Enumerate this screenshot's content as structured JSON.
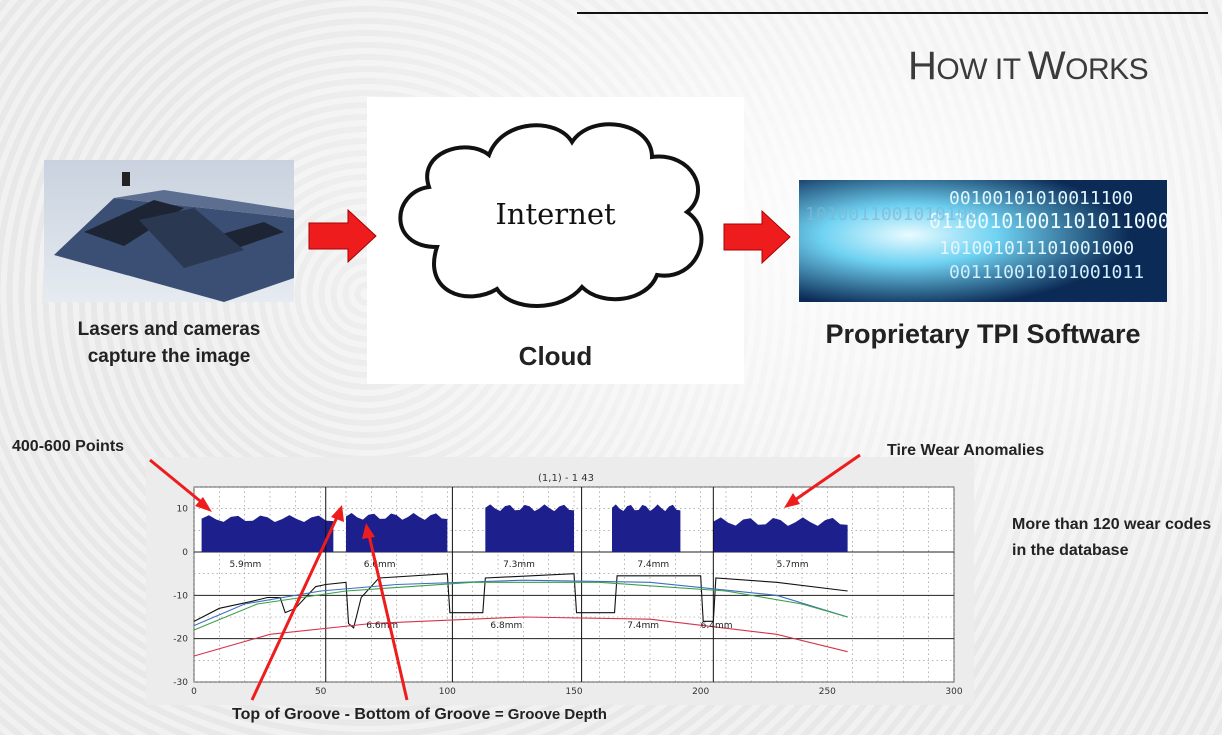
{
  "slide": {
    "title_first": "H",
    "title_rest_small": "OW IT ",
    "title_w": "W",
    "title_tail_small": "ORKS"
  },
  "steps": {
    "capture_caption": "Lasers and cameras capture the image",
    "cloud_word": "Internet",
    "cloud_caption": "Cloud",
    "software_caption": "Proprietary TPI Software"
  },
  "annotations": {
    "points": "400-600 Points",
    "anomalies": "Tire Wear Anomalies",
    "codes": "More than 120 wear codes in the database",
    "groove": "Top of Groove - Bottom of Groove",
    "groove_eq": "= Groove Depth"
  },
  "binary_text": [
    "00100101010011100",
    "01100101001101011000",
    "101001011101001000",
    "001110010101001011",
    "1010011001010100"
  ],
  "colors": {
    "arrow_red": "#ee1c1c",
    "profile_fill": "#1c1f8c",
    "profile_red": "#d6334a",
    "profile_green": "#3aa04a",
    "profile_blue": "#3f6fc0"
  },
  "chart_data": {
    "type": "line",
    "title": "(1,1) - 1  43",
    "xlim": [
      0,
      300
    ],
    "ylim": [
      -30,
      15
    ],
    "x_ticks": [
      0,
      50,
      100,
      150,
      200,
      250,
      300
    ],
    "y_ticks": [
      10,
      0,
      -10,
      -20,
      -30
    ],
    "groove_x": [
      52,
      102,
      153,
      205
    ],
    "top_labels": [
      {
        "text": "5.9mm",
        "x": 14
      },
      {
        "text": "6.6mm",
        "x": 67
      },
      {
        "text": "7.3mm",
        "x": 122
      },
      {
        "text": "7.4mm",
        "x": 175
      },
      {
        "text": "5.7mm",
        "x": 230
      }
    ],
    "bottom_labels": [
      {
        "text": "6.6mm",
        "x": 68
      },
      {
        "text": "6.8mm",
        "x": 117
      },
      {
        "text": "7.4mm",
        "x": 171
      },
      {
        "text": "6.4mm",
        "x": 200
      }
    ],
    "tread_blocks": [
      [
        3,
        55,
        6.5,
        8.5
      ],
      [
        60,
        100,
        7,
        9
      ],
      [
        115,
        150,
        9,
        11
      ],
      [
        165,
        192,
        9,
        11
      ],
      [
        205,
        258,
        5.5,
        8
      ]
    ],
    "series": [
      {
        "color": "black",
        "points": [
          [
            0,
            -16
          ],
          [
            10,
            -13
          ],
          [
            22,
            -11.5
          ],
          [
            29,
            -10.5
          ],
          [
            34,
            -10.5
          ],
          [
            36,
            -14
          ],
          [
            40,
            -13
          ],
          [
            48,
            -8
          ],
          [
            52,
            -7.5
          ],
          [
            60,
            -7
          ],
          [
            61,
            -16.5
          ],
          [
            63,
            -17.5
          ],
          [
            66,
            -10.5
          ],
          [
            73,
            -6
          ],
          [
            100,
            -5
          ],
          [
            101,
            -14
          ],
          [
            114,
            -14
          ],
          [
            115,
            -6
          ],
          [
            150,
            -5
          ],
          [
            151,
            -14
          ],
          [
            166,
            -14
          ],
          [
            167,
            -5.5
          ],
          [
            200,
            -5.5
          ],
          [
            201,
            -16
          ],
          [
            205,
            -16
          ],
          [
            206,
            -6
          ],
          [
            230,
            -7
          ],
          [
            258,
            -9
          ]
        ]
      },
      {
        "color": "blue",
        "points": [
          [
            0,
            -17
          ],
          [
            20,
            -12
          ],
          [
            50,
            -9
          ],
          [
            80,
            -7.5
          ],
          [
            130,
            -6.5
          ],
          [
            180,
            -7
          ],
          [
            230,
            -10
          ],
          [
            258,
            -15
          ]
        ]
      },
      {
        "color": "green",
        "points": [
          [
            0,
            -18
          ],
          [
            25,
            -12
          ],
          [
            60,
            -9
          ],
          [
            110,
            -7
          ],
          [
            160,
            -7
          ],
          [
            210,
            -9
          ],
          [
            240,
            -12
          ],
          [
            258,
            -15
          ]
        ]
      },
      {
        "color": "red",
        "points": [
          [
            0,
            -24
          ],
          [
            30,
            -19
          ],
          [
            70,
            -16.5
          ],
          [
            130,
            -15
          ],
          [
            180,
            -15.5
          ],
          [
            230,
            -19
          ],
          [
            258,
            -23
          ]
        ]
      }
    ]
  }
}
